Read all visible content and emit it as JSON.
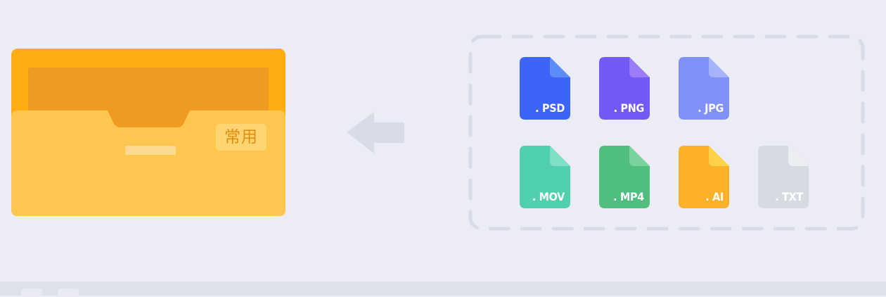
{
  "folder": {
    "badge_label": "常用",
    "colors": {
      "back": "#ffae12",
      "paper": "#ef9a20",
      "front": "#ffc64f",
      "slot": "#fbd991",
      "badge_bg": "#ffd572",
      "badge_text": "#e58e0e"
    }
  },
  "arrow": {
    "icon": "arrow-left-icon",
    "color": "#d7dce8"
  },
  "dropzone": {
    "border_color": "#d9dce6",
    "border_style": "dashed"
  },
  "files": [
    {
      "ext": ". PSD",
      "color": "#3d63f7",
      "fold": "#5b8cf7"
    },
    {
      "ext": ". PNG",
      "color": "#7258f6",
      "fold": "#9b7df8"
    },
    {
      "ext": ". JPG",
      "color": "#7f90fb",
      "fold": "#a6b2fc"
    },
    {
      "ext": ". MOV",
      "color": "#51d0ae",
      "fold": "#7fe0c5"
    },
    {
      "ext": ". MP4",
      "color": "#4fbe7e",
      "fold": "#79d39e"
    },
    {
      "ext": ". AI",
      "color": "#fbb22a",
      "fold": "#ffd147"
    },
    {
      "ext": ". TXT",
      "color": "#d6dae1",
      "fold": "#eceef2"
    }
  ]
}
